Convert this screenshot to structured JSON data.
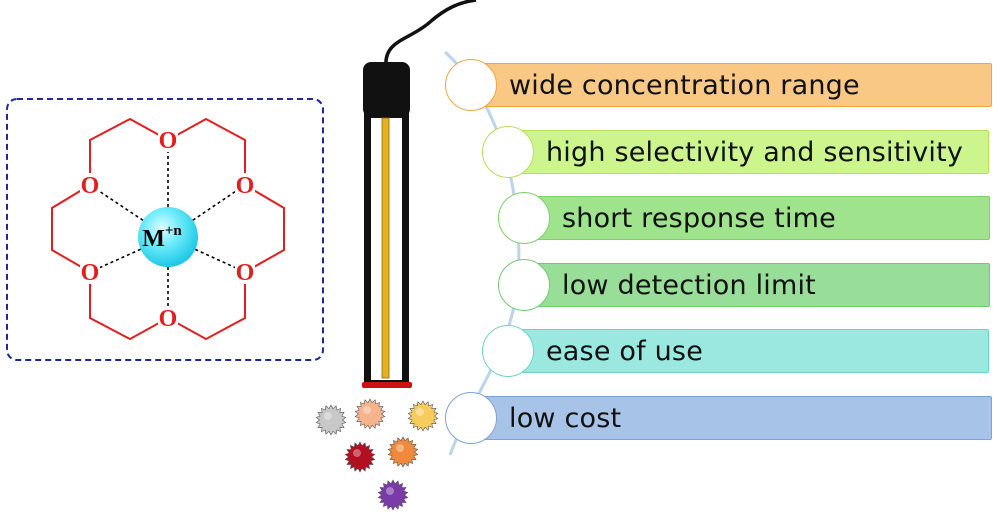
{
  "crown_ether": {
    "oxygen_symbol": "O",
    "metal_symbol": "M",
    "metal_charge": "+n"
  },
  "features": [
    {
      "label": "wide concentration range",
      "color": "#f9c885",
      "border": "#f0a640"
    },
    {
      "label": "high selectivity and sensitivity",
      "color": "#cdf58d",
      "border": "#b4e05a"
    },
    {
      "label": "short response time",
      "color": "#9fe38c",
      "border": "#7fcf6a"
    },
    {
      "label": "low detection limit",
      "color": "#98dd98",
      "border": "#74c874"
    },
    {
      "label": "ease of use",
      "color": "#9ae8df",
      "border": "#6fd2c6"
    },
    {
      "label": "low cost",
      "color": "#a8c3e8",
      "border": "#7fa2d6"
    }
  ],
  "colors": {
    "ring_bond": "#e02020",
    "oxygen": "#e02020",
    "coordination": "#000000",
    "metal_fill": "#4fe3f5",
    "frame": "#1a2a9a",
    "electrode_body": "#111111",
    "electrode_core": "#e6b020",
    "electrode_tip": "#cc1111",
    "spine": "#bcd3ef"
  },
  "ions": [
    "#c8c8c8",
    "#f6b48e",
    "#f7cc5e",
    "#b01020",
    "#f08a3a",
    "#7a3aa8"
  ]
}
